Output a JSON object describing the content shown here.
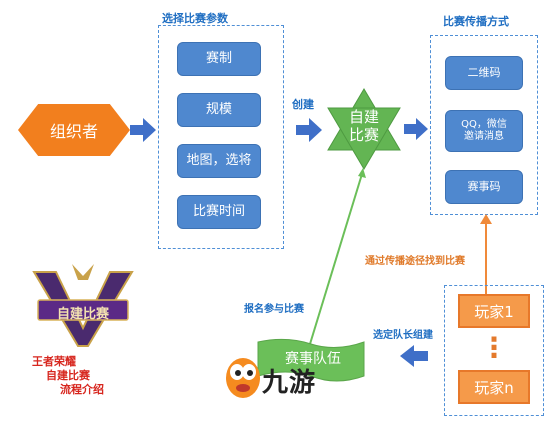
{
  "organizer": {
    "label": "组织者"
  },
  "choose_section": {
    "title": "选择比赛参数",
    "items": [
      "赛制",
      "规模",
      "地图，选将",
      "比赛时间"
    ]
  },
  "create_label": "创建",
  "center_star": {
    "line1": "自建",
    "line2": "比赛"
  },
  "spread_section": {
    "title": "比赛传播方式",
    "items": [
      "二维码",
      "QQ，微信\n邀请消息",
      "赛事码"
    ]
  },
  "labels": {
    "find_via_spread": "通过传播途径找到比赛",
    "signup": "报名参与比赛",
    "choose_captain": "选定队长组建"
  },
  "players": {
    "first": "玩家1",
    "dots": "⋮",
    "last": "玩家n"
  },
  "team_flag": {
    "label": "赛事队伍"
  },
  "logo": {
    "text": "自建比赛"
  },
  "note": {
    "lines": [
      "王者荣耀",
      "自建比赛",
      "流程介绍"
    ]
  },
  "brand": {
    "text": "九游"
  },
  "colors": {
    "blue": "#4f88cf",
    "green": "#6bbf59",
    "orange": "#f59a4a",
    "arrow_blue": "#3f6fc8"
  }
}
